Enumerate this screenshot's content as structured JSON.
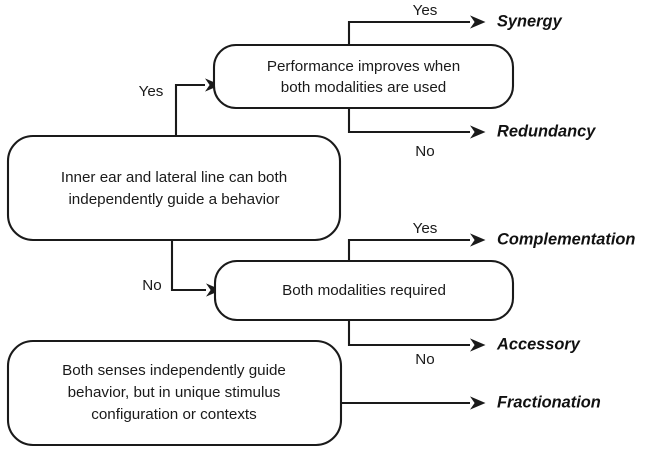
{
  "diagram": {
    "title": "Multisensory interaction decision flowchart",
    "background_color": "#ffffff",
    "line_color": "#1a1a1a",
    "text_color": "#1a1a1a",
    "nodes": [
      {
        "id": "root",
        "name": "inner-ear-lateral-line-node",
        "lines": [
          "Inner ear and lateral  line can both",
          "independently guide a behavior"
        ]
      },
      {
        "id": "performance",
        "name": "performance-improves-node",
        "lines": [
          "Performance improves when",
          "both modalities are used"
        ]
      },
      {
        "id": "required",
        "name": "both-modalities-required-node",
        "lines": [
          "Both modalities required"
        ]
      },
      {
        "id": "unique",
        "name": "both-senses-unique-stimulus-node",
        "lines": [
          "Both senses independently guide",
          "behavior,  but in unique stimulus",
          "configuration or contexts"
        ]
      }
    ],
    "branch_labels": [
      {
        "id": "b1",
        "name": "branch-label-yes-synergy",
        "text": "Yes"
      },
      {
        "id": "b2",
        "name": "branch-label-no-redundancy",
        "text": "No"
      },
      {
        "id": "b3",
        "name": "branch-label-yes-root",
        "text": "Yes"
      },
      {
        "id": "b4",
        "name": "branch-label-no-root",
        "text": "No"
      },
      {
        "id": "b5",
        "name": "branch-label-yes-complementation",
        "text": "Yes"
      },
      {
        "id": "b6",
        "name": "branch-label-no-accessory",
        "text": "No"
      }
    ],
    "outcomes": [
      {
        "id": "o1",
        "name": "outcome-synergy",
        "text": "Synergy"
      },
      {
        "id": "o2",
        "name": "outcome-redundancy",
        "text": "Redundancy"
      },
      {
        "id": "o3",
        "name": "outcome-complementation",
        "text": "Complementation"
      },
      {
        "id": "o4",
        "name": "outcome-accessory",
        "text": "Accessory"
      },
      {
        "id": "o5",
        "name": "outcome-fractionation",
        "text": "Fractionation"
      }
    ]
  }
}
